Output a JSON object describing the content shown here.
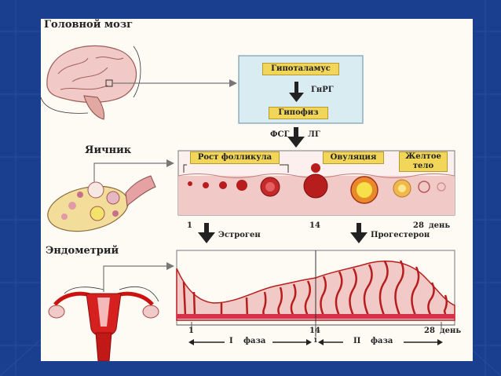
{
  "labels": {
    "brain": "Головной мозг",
    "ovary": "Яичник",
    "endometrium": "Эндометрий",
    "hypothalamus": "Гипоталамус",
    "gnrg": "ГнРГ",
    "pituitary": "Гипофиз",
    "fsg": "ФСГ",
    "lg": "ЛГ",
    "follicle_growth": "Рост фолликула",
    "ovulation": "Овуляция",
    "corpus_luteum_line1": "Желтое",
    "corpus_luteum_line2": "тело",
    "estrogen": "Эстроген",
    "progesterone": "Прогестерон",
    "phase1_word": "I",
    "phase2_word": "II",
    "phase_word": "фаза",
    "day_unit": "день",
    "tick_start": "1",
    "tick_mid": "14",
    "tick_end": "28",
    "tick_sub": "1"
  },
  "colors": {
    "slide_bg": "#1b3f8f",
    "label_fill": "#f2d65a",
    "tissue_pink": "#f1c9c6",
    "tissue_red": "#b81d1d",
    "panel_fill": "#d9ecf2"
  }
}
